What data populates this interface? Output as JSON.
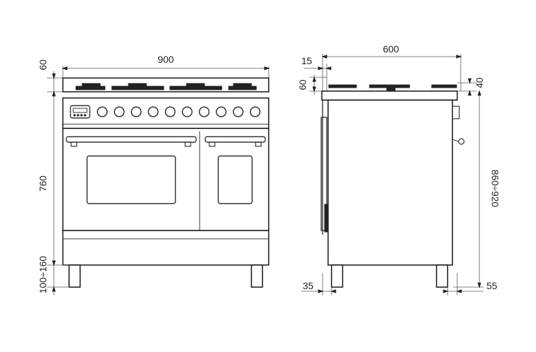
{
  "front_view": {
    "labels": {
      "width": "900",
      "top_height": "60",
      "body_height": "760",
      "leg_height": "100÷160"
    }
  },
  "side_view": {
    "labels": {
      "depth": "600",
      "offset_top": "15",
      "hob_height": "60",
      "rear_offset": "40",
      "total_height": "860÷920",
      "front_offset": "35",
      "back_offset": "55"
    }
  },
  "colors": {
    "line": "#222222",
    "background": "#ffffff"
  }
}
